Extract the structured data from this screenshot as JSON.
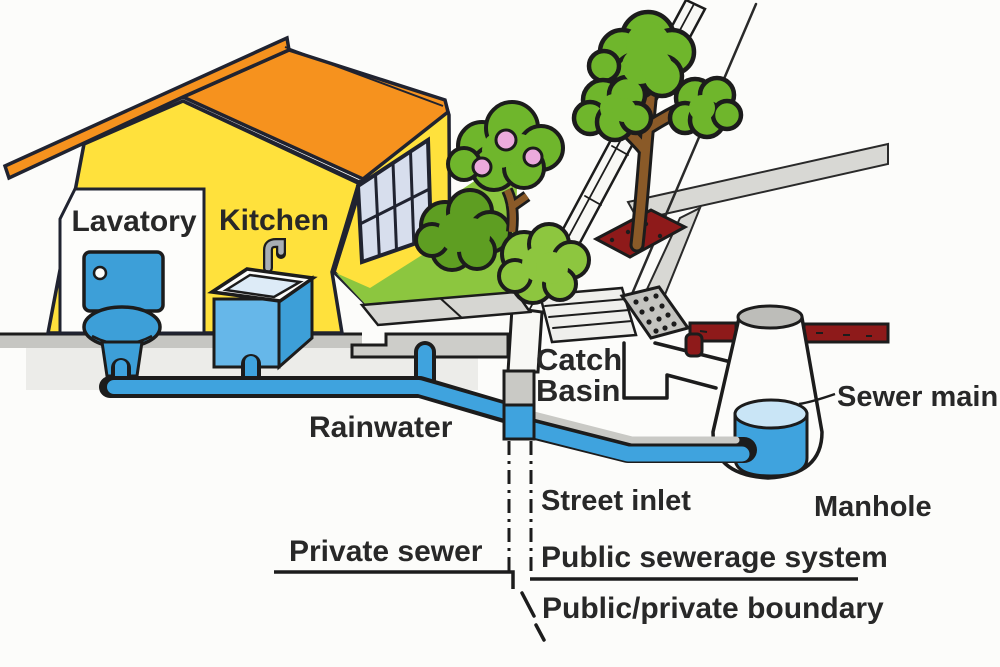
{
  "diagram": {
    "type": "sewer-system-cutaway",
    "description": "Cutaway illustration of a house plumbing system connected to the public sewerage system"
  },
  "labels": {
    "lavatory": "Lavatory",
    "kitchen": "Kitchen",
    "catch_basin_line1": "Catch",
    "catch_basin_line2": "Basin",
    "rainwater": "Rainwater",
    "sewer_main": "Sewer main",
    "manhole": "Manhole",
    "street_inlet": "Street inlet",
    "private_sewer": "Private sewer",
    "public_sewerage_system": "Public sewerage system",
    "public_private_boundary": "Public/private boundary"
  },
  "palette": {
    "roof_orange": "#F6921E",
    "wall_yellow": "#FFE13C",
    "fixture_blue": "#3D9FD8",
    "pipe_blue": "#3FA3DE",
    "water_light": "#C9E5F6",
    "lawn_green": "#8CC63F",
    "foliage_green": "#6FB62C",
    "bush_dark_green": "#5E9E22",
    "trunk_brown": "#8A5A28",
    "sewer_red": "#8E1A1A",
    "planter_red": "#8E1A1A",
    "ground_gray": "#C6C6C2",
    "paving_gray": "#D8D8D4",
    "blossom_pink": "#EBAADC",
    "outline_dark": "#1C1C1C",
    "window_pane": "#D7DEED"
  }
}
